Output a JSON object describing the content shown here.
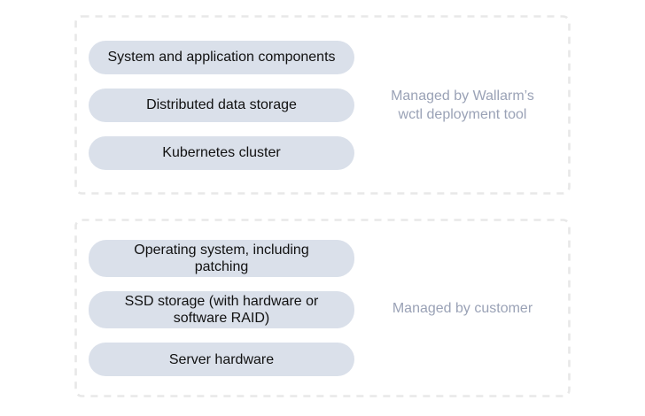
{
  "colors": {
    "pill_bg": "#dae0ea",
    "pill_text": "#111111",
    "label_text": "#9aa2b6",
    "dashed_border": "#e8e8e8",
    "background": "#ffffff"
  },
  "sections": [
    {
      "name": "managed-by-wallarm",
      "label": "Managed by Wallarm’s\nwctl deployment tool",
      "items": [
        {
          "label": "System and application components"
        },
        {
          "label": "Distributed data storage"
        },
        {
          "label": "Kubernetes cluster"
        }
      ]
    },
    {
      "name": "managed-by-customer",
      "label": "Managed by customer",
      "items": [
        {
          "label": "Operating system, including\npatching"
        },
        {
          "label": "SSD storage (with hardware or\nsoftware RAID)"
        },
        {
          "label": "Server hardware"
        }
      ]
    }
  ]
}
